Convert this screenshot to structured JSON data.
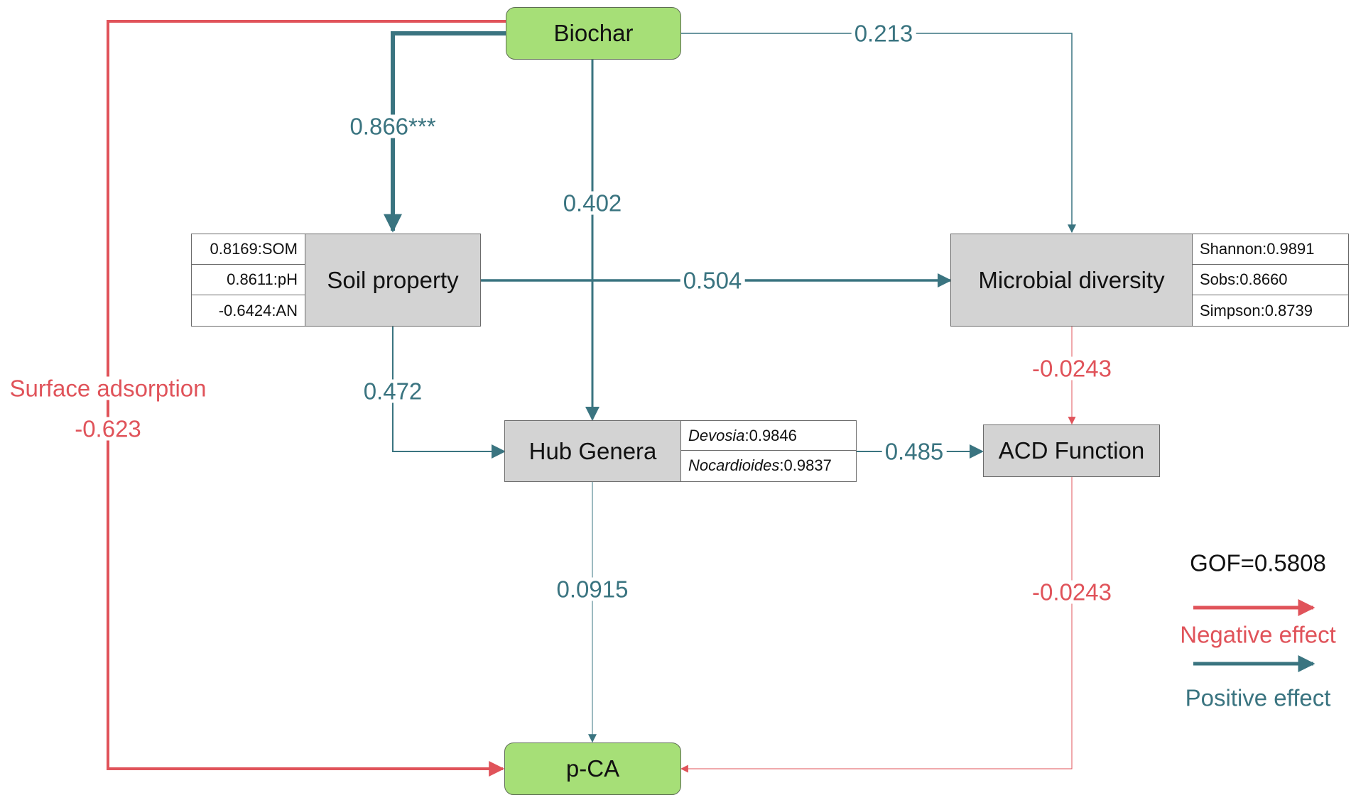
{
  "nodes": {
    "biochar": "Biochar",
    "soil_property": "Soil property",
    "microbial_diversity": "Microbial diversity",
    "hub_genera": "Hub Genera",
    "acd_function": "ACD Function",
    "pca": "p-CA"
  },
  "indicators": {
    "soil_property": [
      "0.8169:SOM",
      "0.8611:pH",
      "-0.6424:AN"
    ],
    "microbial_diversity": [
      "Shannon:0.9891",
      "Sobs:0.8660",
      "Simpson:0.8739"
    ],
    "hub_genera": [
      {
        "genus": "Devosia",
        "value": ":0.9846"
      },
      {
        "genus": "Nocardioides",
        "value": ":0.9837"
      }
    ]
  },
  "paths": {
    "biochar_to_soil": "0.866***",
    "biochar_to_hub": "0.402",
    "biochar_to_microbial": "0.213",
    "soil_to_microbial": "0.504",
    "soil_to_hub": "0.472",
    "hub_to_acd": "0.485",
    "microbial_to_acd": "-0.0243",
    "acd_to_pca": "-0.0243",
    "hub_to_pca": "0.0915",
    "biochar_to_pca_name": "Surface adsorption",
    "biochar_to_pca": "-0.623"
  },
  "legend": {
    "gof": "GOF=0.5808",
    "negative": "Negative effect",
    "positive": "Positive effect"
  },
  "colors": {
    "positive": "#3a7480",
    "negative": "#e0535a",
    "node_green": "#a6df77",
    "node_grey": "#d3d3d3"
  }
}
